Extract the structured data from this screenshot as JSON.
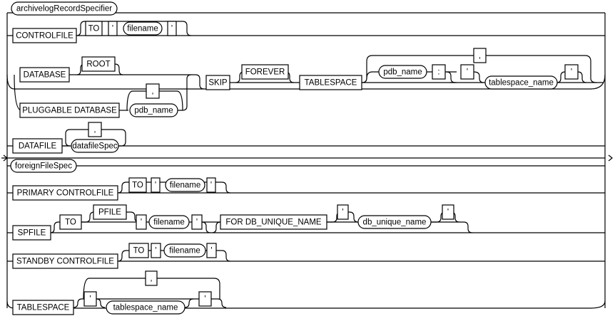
{
  "diagram": {
    "alternatives": [
      {
        "id": "archivelog",
        "items": [
          {
            "text": "archivelogRecordSpecifier",
            "kind": "nonterminal"
          }
        ]
      },
      {
        "id": "controlfile",
        "items": [
          {
            "text": "CONTROLFILE",
            "kind": "keyword"
          },
          {
            "text": "TO",
            "kind": "keyword"
          },
          {
            "text": "'",
            "kind": "keyword"
          },
          {
            "text": "filename",
            "kind": "nonterminal"
          },
          {
            "text": "'",
            "kind": "keyword"
          }
        ]
      },
      {
        "id": "database",
        "items": [
          {
            "text": "DATABASE",
            "kind": "keyword"
          },
          {
            "text": "ROOT",
            "kind": "keyword"
          },
          {
            "text": "PLUGGABLE DATABASE",
            "kind": "keyword"
          },
          {
            "text": "pdb_name",
            "kind": "nonterminal"
          },
          {
            "text": ",",
            "kind": "keyword"
          },
          {
            "text": "SKIP",
            "kind": "keyword"
          },
          {
            "text": "FOREVER",
            "kind": "keyword"
          },
          {
            "text": "TABLESPACE",
            "kind": "keyword"
          },
          {
            "text": "pdb_name",
            "kind": "nonterminal"
          },
          {
            "text": ":",
            "kind": "keyword"
          },
          {
            "text": "'",
            "kind": "keyword"
          },
          {
            "text": "tablespace_name",
            "kind": "nonterminal"
          },
          {
            "text": "'",
            "kind": "keyword"
          },
          {
            "text": ",",
            "kind": "keyword"
          }
        ]
      },
      {
        "id": "datafile",
        "items": [
          {
            "text": "DATAFILE",
            "kind": "keyword"
          },
          {
            "text": "datafileSpec",
            "kind": "nonterminal"
          },
          {
            "text": ",",
            "kind": "keyword"
          }
        ]
      },
      {
        "id": "foreign",
        "items": [
          {
            "text": "foreignFileSpec",
            "kind": "nonterminal"
          }
        ]
      },
      {
        "id": "primary",
        "items": [
          {
            "text": "PRIMARY CONTROLFILE",
            "kind": "keyword"
          },
          {
            "text": "TO",
            "kind": "keyword"
          },
          {
            "text": "'",
            "kind": "keyword"
          },
          {
            "text": "filename",
            "kind": "nonterminal"
          },
          {
            "text": "'",
            "kind": "keyword"
          }
        ]
      },
      {
        "id": "spfile",
        "items": [
          {
            "text": "SPFILE",
            "kind": "keyword"
          },
          {
            "text": "TO",
            "kind": "keyword"
          },
          {
            "text": "PFILE",
            "kind": "keyword"
          },
          {
            "text": "'",
            "kind": "keyword"
          },
          {
            "text": "filename",
            "kind": "nonterminal"
          },
          {
            "text": "'",
            "kind": "keyword"
          },
          {
            "text": "FOR DB_UNIQUE_NAME",
            "kind": "keyword"
          },
          {
            "text": "'",
            "kind": "keyword"
          },
          {
            "text": "db_unique_name",
            "kind": "nonterminal"
          },
          {
            "text": "'",
            "kind": "keyword"
          }
        ]
      },
      {
        "id": "standby",
        "items": [
          {
            "text": "STANDBY CONTROLFILE",
            "kind": "keyword"
          },
          {
            "text": "TO",
            "kind": "keyword"
          },
          {
            "text": "'",
            "kind": "keyword"
          },
          {
            "text": "filename",
            "kind": "nonterminal"
          },
          {
            "text": "'",
            "kind": "keyword"
          }
        ]
      },
      {
        "id": "tablespace",
        "items": [
          {
            "text": "TABLESPACE",
            "kind": "keyword"
          },
          {
            "text": "'",
            "kind": "keyword"
          },
          {
            "text": "tablespace_name",
            "kind": "nonterminal"
          },
          {
            "text": "'",
            "kind": "keyword"
          },
          {
            "text": ",",
            "kind": "keyword"
          }
        ]
      }
    ]
  }
}
